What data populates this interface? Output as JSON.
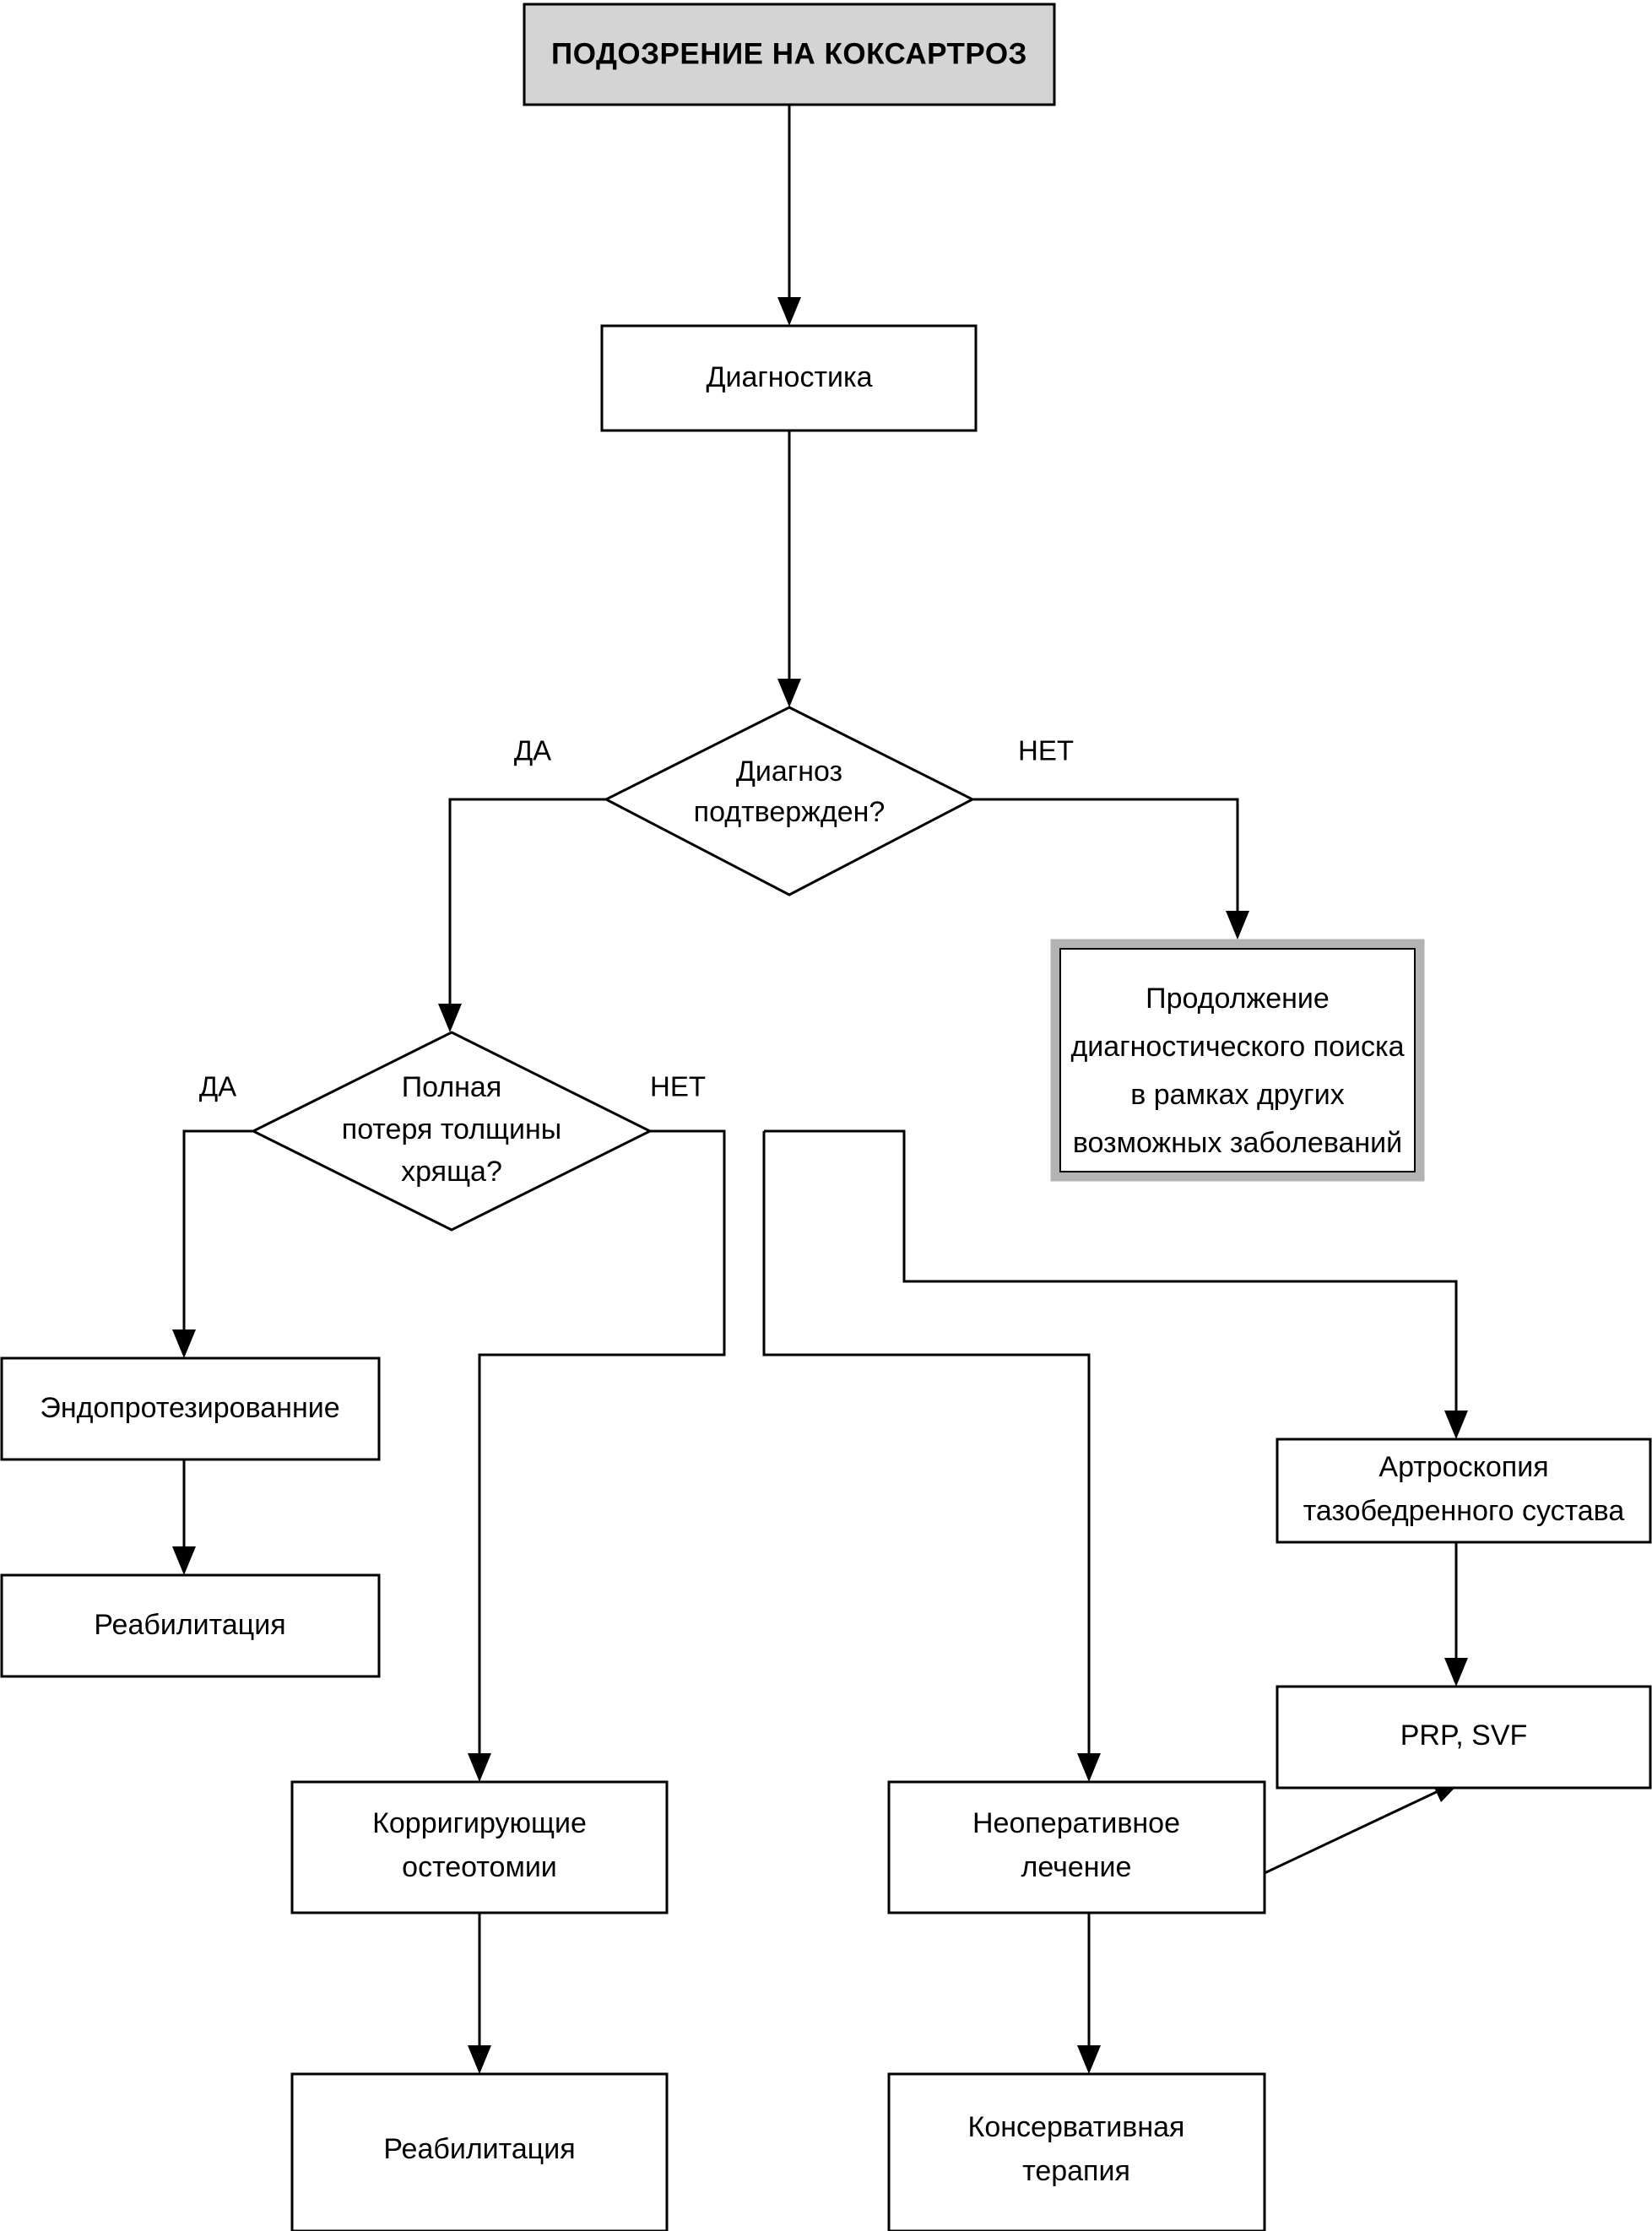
{
  "diagram": {
    "title": "ПОДОЗРЕНИЕ НА КОКСАРТРОЗ",
    "language": "ru",
    "type": "clinical-decision-flowchart",
    "colors": {
      "start_fill": "#d4d4d4",
      "box_fill": "#ffffff",
      "stroke": "#000000",
      "gray_outline": "#b3b3b3",
      "background": "#ffffff"
    }
  },
  "nodes": {
    "start": {
      "label": "ПОДОЗРЕНИЕ НА КОКСАРТРОЗ",
      "shape": "rect-filled"
    },
    "diagnostics": {
      "label": "Диагностика",
      "shape": "rect"
    },
    "decision_confirmed": {
      "line1": "Диагноз",
      "line2": "подтвержден?",
      "shape": "diamond"
    },
    "continue_search": {
      "line1": "Продолжение",
      "line2": "диагностического поиска",
      "line3": "в рамках других",
      "line4": "возможных заболеваний",
      "shape": "rect-gray-outline"
    },
    "decision_cartilage": {
      "line1": "Полная",
      "line2": "потеря толщины",
      "line3": "хряща?",
      "shape": "diamond"
    },
    "endoprosthetics": {
      "label": "Эндопротезированние",
      "shape": "rect"
    },
    "rehab_left": {
      "label": "Реабилитация",
      "shape": "rect"
    },
    "arthroscopy": {
      "line1": "Артроскопия",
      "line2": "тазобедренного сустава",
      "shape": "rect"
    },
    "prp_svf": {
      "label": "PRP, SVF",
      "shape": "rect"
    },
    "osteotomy": {
      "line1": "Корригирующие",
      "line2": "остеотомии",
      "shape": "rect"
    },
    "nonoperative": {
      "line1": "Неоперативное",
      "line2": "лечение",
      "shape": "rect"
    },
    "rehab_bottom": {
      "label": "Реабилитация",
      "shape": "rect"
    },
    "conservative": {
      "line1": "Консервативная",
      "line2": "терапия",
      "shape": "rect"
    }
  },
  "edge_labels": {
    "confirmed_yes": "ДА",
    "confirmed_no": "НЕТ",
    "cartilage_yes": "ДА",
    "cartilage_no": "НЕТ"
  },
  "edges": [
    {
      "from": "start",
      "to": "diagnostics",
      "label": ""
    },
    {
      "from": "diagnostics",
      "to": "decision_confirmed",
      "label": ""
    },
    {
      "from": "decision_confirmed",
      "to": "decision_cartilage",
      "label": "ДА"
    },
    {
      "from": "decision_confirmed",
      "to": "continue_search",
      "label": "НЕТ"
    },
    {
      "from": "decision_cartilage",
      "to": "endoprosthetics",
      "label": "ДА"
    },
    {
      "from": "decision_cartilage",
      "to": "osteotomy",
      "label": "НЕТ"
    },
    {
      "from": "decision_cartilage",
      "to": "nonoperative",
      "label": "НЕТ"
    },
    {
      "from": "decision_cartilage",
      "to": "arthroscopy",
      "label": "НЕТ"
    },
    {
      "from": "endoprosthetics",
      "to": "rehab_left",
      "label": ""
    },
    {
      "from": "arthroscopy",
      "to": "prp_svf",
      "label": ""
    },
    {
      "from": "osteotomy",
      "to": "rehab_bottom",
      "label": ""
    },
    {
      "from": "nonoperative",
      "to": "conservative",
      "label": ""
    },
    {
      "from": "nonoperative",
      "to": "prp_svf",
      "label": ""
    }
  ]
}
